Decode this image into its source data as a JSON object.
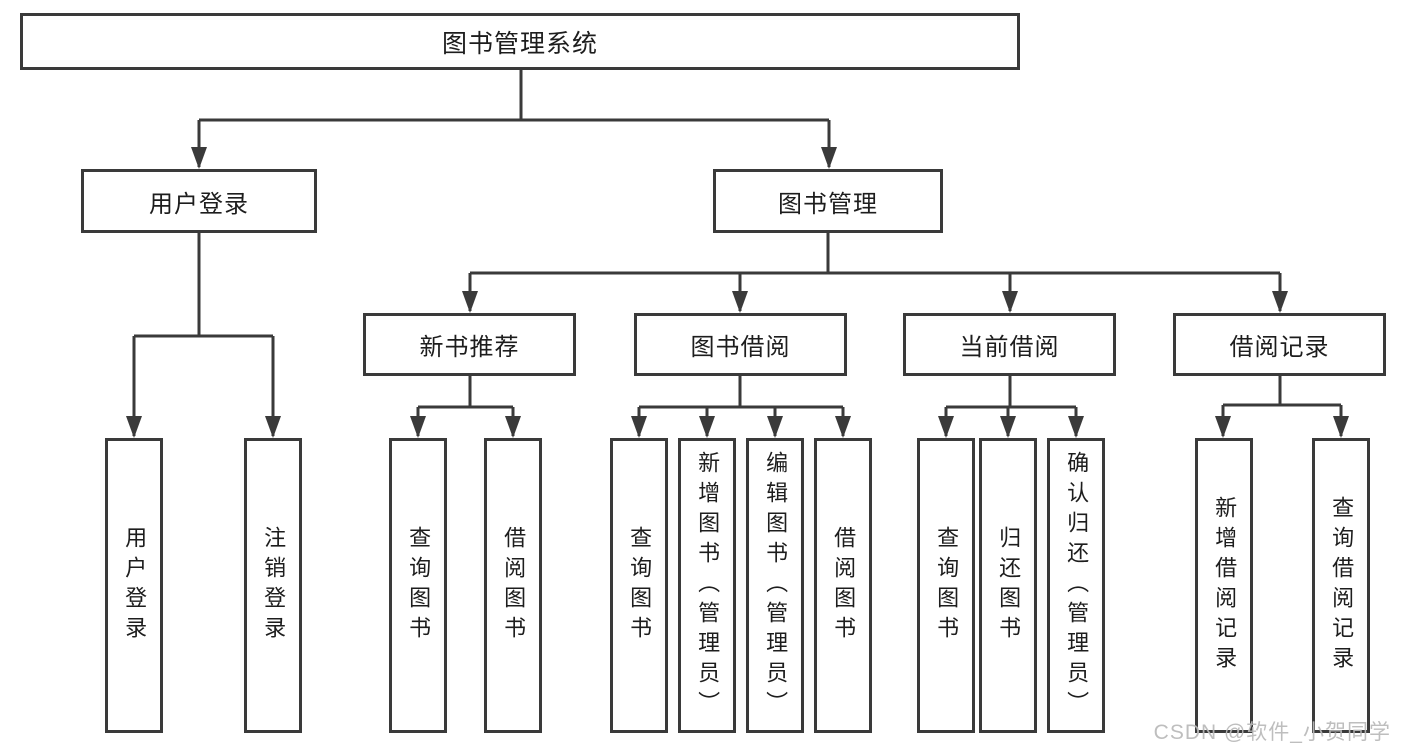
{
  "tree": {
    "root": {
      "label": "图书管理系统"
    },
    "branches": [
      {
        "label": "用户登录",
        "children": [
          {
            "label": "用户登录"
          },
          {
            "label": "注销登录"
          }
        ]
      },
      {
        "label": "图书管理",
        "groups": [
          {
            "label": "新书推荐",
            "children": [
              {
                "label": "查询图书"
              },
              {
                "label": "借阅图书"
              }
            ]
          },
          {
            "label": "图书借阅",
            "children": [
              {
                "label": "查询图书"
              },
              {
                "label": "新增图书（管理员）"
              },
              {
                "label": "编辑图书（管理员）"
              },
              {
                "label": "借阅图书"
              }
            ]
          },
          {
            "label": "当前借阅",
            "children": [
              {
                "label": "查询图书"
              },
              {
                "label": "归还图书"
              },
              {
                "label": "确认归还（管理员）"
              }
            ]
          },
          {
            "label": "借阅记录",
            "children": [
              {
                "label": "新增借阅记录"
              },
              {
                "label": "查询借阅记录"
              }
            ]
          }
        ]
      }
    ]
  },
  "watermark": "CSDN @软件_小贺同学",
  "colors": {
    "line": "#3a3a3a",
    "text": "#1d1d1d",
    "background": "#ffffff",
    "watermark_gray": "#b9b9b9"
  }
}
